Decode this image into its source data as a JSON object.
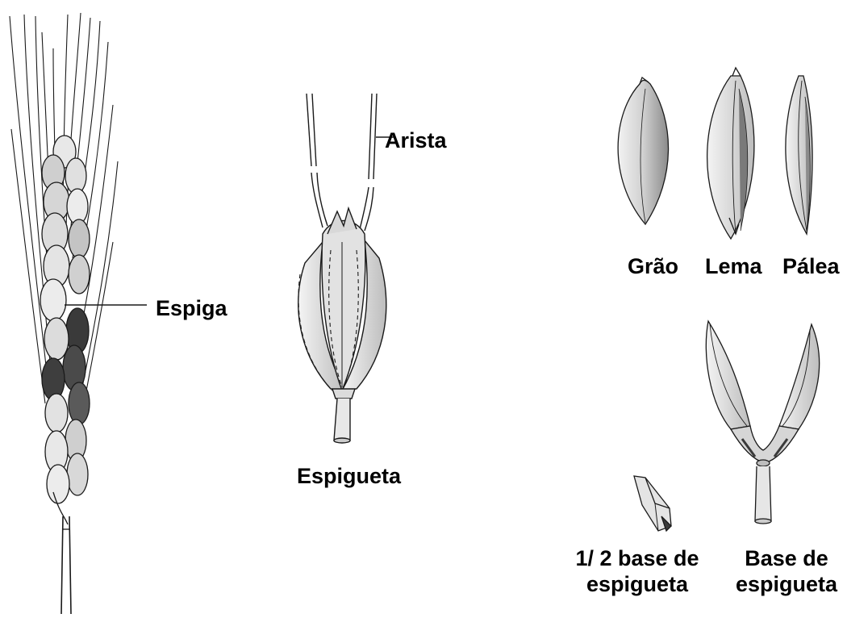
{
  "labels": {
    "espiga": "Espiga",
    "arista": "Arista",
    "espigueta": "Espigueta",
    "grao": "Grão",
    "lema": "Lema",
    "palea": "Pálea",
    "half_base_line1": "1/ 2 base de",
    "half_base_line2": "espigueta",
    "base_line1": "Base de",
    "base_line2": "espigueta"
  },
  "colors": {
    "ink": "#1a1a1a",
    "fill_light": "#e6e6e6",
    "fill_mid": "#c8c8c8",
    "fill_dark": "#4a4a4a",
    "background": "#ffffff"
  }
}
